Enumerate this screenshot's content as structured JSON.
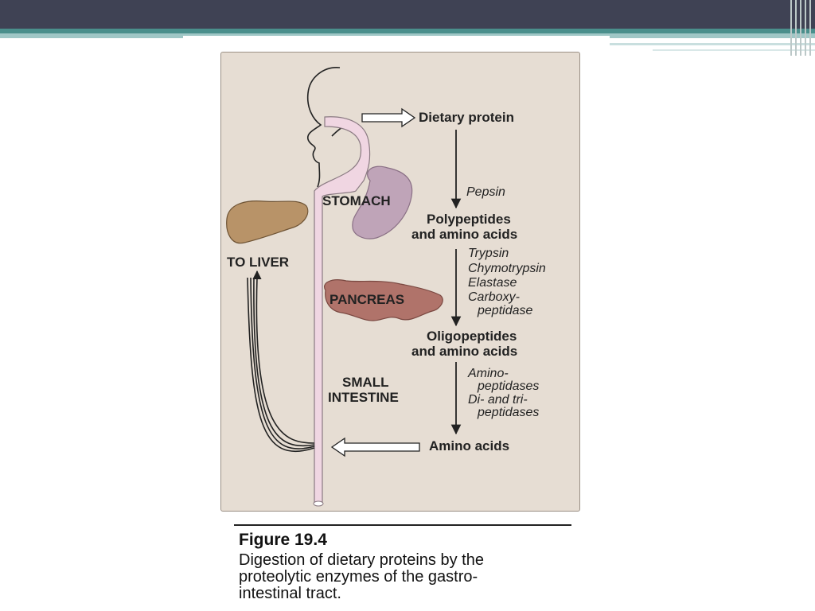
{
  "diagram": {
    "flow_steps": [
      {
        "text": "Dietary protein"
      },
      {
        "text": "Polypeptides",
        "text2": "and amino acids"
      },
      {
        "text": "Oligopeptides",
        "text2": "and amino acids"
      },
      {
        "text": "Amino acids"
      }
    ],
    "enzymes": {
      "stomach": [
        "Pepsin"
      ],
      "pancreas": [
        "Trypsin",
        "Chymotrypsin",
        "Elastase",
        "Carboxy-",
        "peptidase"
      ],
      "intestine": [
        "Amino-",
        "peptidases",
        "Di- and tri-",
        "peptidases"
      ]
    },
    "organs": {
      "stomach": "STOMACH",
      "pancreas": "PANCREAS",
      "small_intestine_1": "SMALL",
      "small_intestine_2": "INTESTINE",
      "to_liver": "TO LIVER"
    },
    "colors": {
      "panel": "#e6ddd3",
      "stomach": "#bfa4b8",
      "pancreas": "#b0736a",
      "liver": "#b89368",
      "tract": "#f0d6e2"
    }
  },
  "caption": {
    "title": "Figure 19.4",
    "lines": [
      "Digestion of dietary proteins by the",
      "proteolytic enzymes of the gastro-",
      "intestinal tract."
    ]
  }
}
